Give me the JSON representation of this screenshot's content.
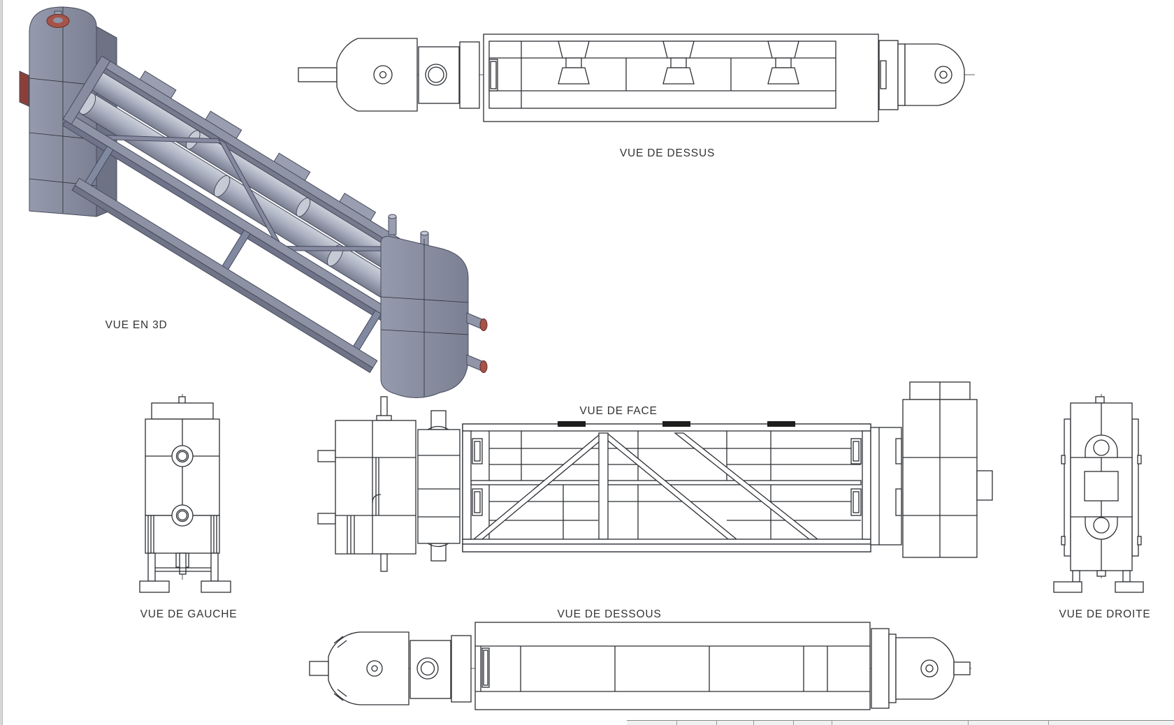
{
  "window": {
    "background": "#ffffff"
  },
  "drawing": {
    "type": "multi-view technical drawing of a tube heat-exchanger on a truss skid",
    "line_color": "#2b2e33",
    "text_color": "#333333",
    "accent_red": "#a5544a",
    "body_gray": "#8e93a6",
    "body_gray_dark": "#6d7285",
    "body_gray_light": "#c6cad5",
    "views": {
      "iso": {
        "label": "VUE EN 3D"
      },
      "top": {
        "label": "VUE DE DESSUS"
      },
      "front": {
        "label": "VUE DE FACE"
      },
      "left": {
        "label": "VUE DE GAUCHE"
      },
      "bottom": {
        "label": "VUE DE DESSOUS"
      },
      "right": {
        "label": "VUE DE DROITE"
      }
    }
  }
}
